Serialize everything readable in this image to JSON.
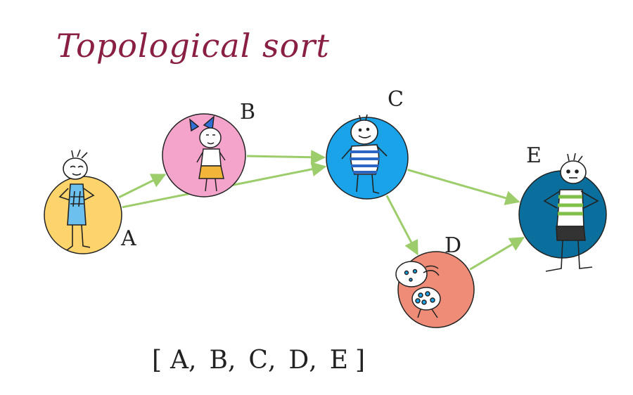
{
  "title": "Topological sort",
  "colors": {
    "edge": "#9ccd6a",
    "A": "#fdd36b",
    "B": "#f4a3cb",
    "C": "#1aa3e8",
    "D": "#ee8c78",
    "E": "#0b6f9e",
    "title": "#8a1f44"
  },
  "nodes": [
    {
      "id": "A",
      "label": "A"
    },
    {
      "id": "B",
      "label": "B"
    },
    {
      "id": "C",
      "label": "C"
    },
    {
      "id": "D",
      "label": "D"
    },
    {
      "id": "E",
      "label": "E"
    }
  ],
  "edges": [
    {
      "from": "A",
      "to": "B"
    },
    {
      "from": "A",
      "to": "C"
    },
    {
      "from": "B",
      "to": "C"
    },
    {
      "from": "C",
      "to": "D"
    },
    {
      "from": "C",
      "to": "E"
    },
    {
      "from": "D",
      "to": "E"
    }
  ],
  "order": {
    "open": "[",
    "items": [
      "A",
      "B",
      "C",
      "D",
      "E"
    ],
    "comma": ",",
    "close": "]"
  }
}
